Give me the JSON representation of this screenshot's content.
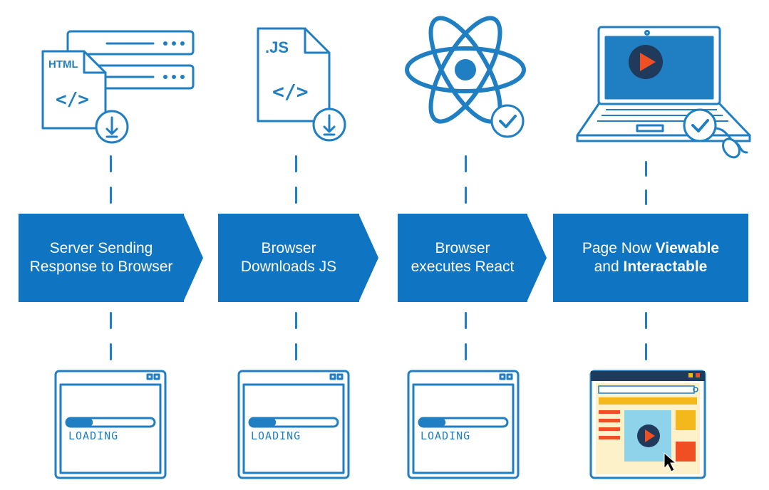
{
  "colors": {
    "primary": "#0f74c1",
    "line": "#1f7fc2",
    "play": "#ef4f23",
    "accent_yellow": "#f5b81c",
    "panel": "#8fd3ea"
  },
  "steps": [
    {
      "banner_lines": [
        "Server Sending",
        "Response to Browser"
      ],
      "icon": "html-file-download-icon",
      "loading_label": "LOADING",
      "loading_progress": 0.3
    },
    {
      "banner_lines": [
        "Browser",
        "Downloads JS"
      ],
      "icon": "js-file-download-icon",
      "file_label": ".JS",
      "loading_label": "LOADING",
      "loading_progress": 0.3
    },
    {
      "banner_lines": [
        "Browser",
        "executes React"
      ],
      "icon": "react-check-icon",
      "loading_label": "LOADING",
      "loading_progress": 0.3
    },
    {
      "banner_line1_prefix": "Page Now ",
      "banner_line1_bold": "Viewable",
      "banner_line2_prefix": "and ",
      "banner_line2_bold": "Interactable",
      "icon": "laptop-video-check-icon"
    }
  ],
  "html_file_label": "HTML",
  "code_glyph": "</>"
}
